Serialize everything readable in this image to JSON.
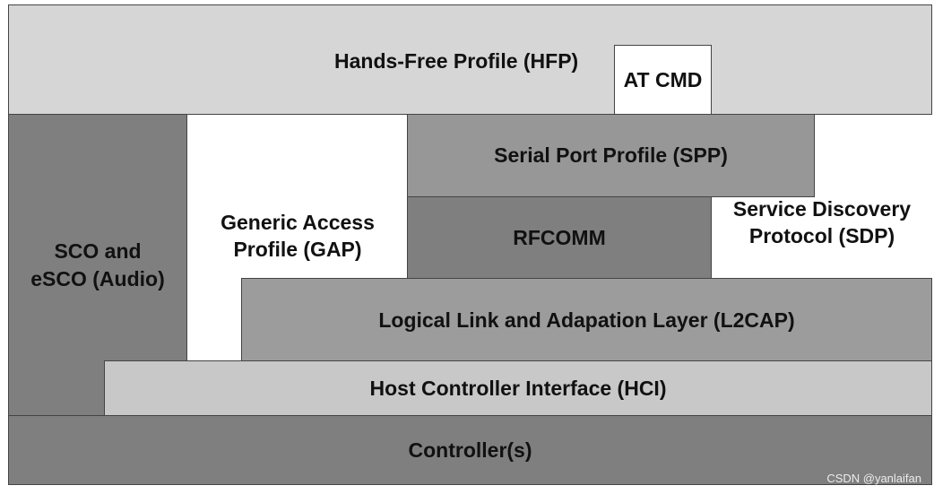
{
  "stack": {
    "hfp": {
      "label": "Hands-Free Profile (HFP)",
      "color": "#d6d6d6"
    },
    "at_cmd": {
      "label": "AT CMD",
      "color": "#ffffff"
    },
    "spp": {
      "label": "Serial Port Profile (SPP)",
      "color": "#979797"
    },
    "rfcomm": {
      "label": "RFCOMM",
      "color": "#7f7f7f"
    },
    "gap": {
      "line1": "Generic Access",
      "line2": "Profile (GAP)"
    },
    "sdp": {
      "line1": "Service Discovery",
      "line2": "Protocol (SDP)"
    },
    "sco": {
      "line1": "SCO and",
      "line2": "eSCO (Audio)",
      "color": "#7f7f7f"
    },
    "l2cap": {
      "label": "Logical Link and Adapation Layer (L2CAP)",
      "color": "#9c9c9c"
    },
    "hci": {
      "label": "Host Controller Interface (HCI)",
      "color": "#c8c8c8"
    },
    "controller": {
      "label": "Controller(s)",
      "color": "#7f7f7f"
    }
  },
  "watermark": "CSDN @yanlaifan"
}
